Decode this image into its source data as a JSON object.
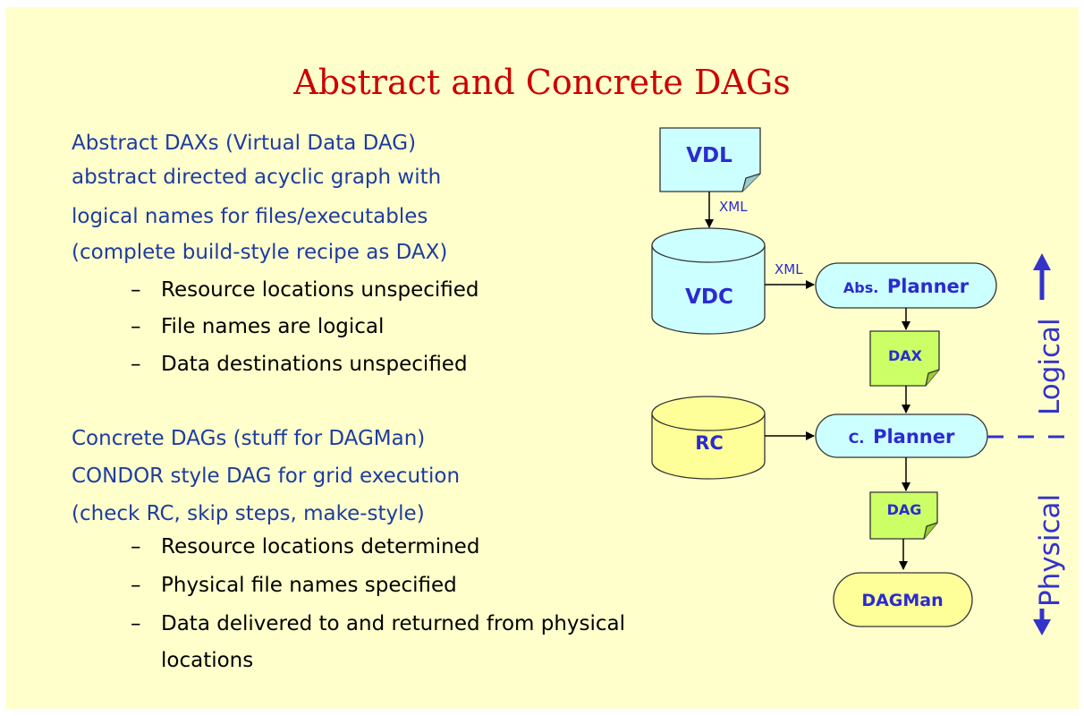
{
  "title": "Abstract and Concrete DAGs",
  "abstract_section": {
    "lines": [
      "Abstract DAXs (Virtual Data DAG)",
      "abstract directed acyclic graph with",
      "logical names for files/executables",
      "(complete build-style recipe as DAX)"
    ],
    "bullets": [
      "Resource locations unspecified",
      "File names are logical",
      "Data destinations unspecified"
    ]
  },
  "concrete_section": {
    "lines": [
      "Concrete DAGs (stuff for DAGMan)",
      "CONDOR style DAG for grid execution",
      "(check RC, skip steps, make-style)"
    ],
    "bullets": [
      "Resource locations determined",
      "Physical file names specified",
      "Data delivered to and returned from physical",
      "locations"
    ]
  },
  "bullet_marker": "–",
  "diagram": {
    "vdl": "VDL",
    "xml_1": "XML",
    "vdc": "VDC",
    "xml_2": "XML",
    "abs_planner_prefix": "Abs.",
    "abs_planner_main": "Planner",
    "dax": "DAX",
    "rc": "RC",
    "c_planner_prefix": "C.",
    "c_planner_main": "Planner",
    "dag": "DAG",
    "dagman": "DAGMan",
    "logical": "Logical",
    "physical": "Physical"
  },
  "colors": {
    "title": "#cc0000",
    "section_text": "#1e3ca0",
    "node_text": "#2b2bd0",
    "vdl_fill": "#ccffff",
    "cylinder_blue": "#ccffff",
    "planner_fill": "#ccffff",
    "doc_green": "#ccff66",
    "cylinder_yellow": "#ffff99",
    "dagman_fill": "#ffff99",
    "axis_blue": "#3333cc",
    "slide_bg": "#ffffcc"
  }
}
